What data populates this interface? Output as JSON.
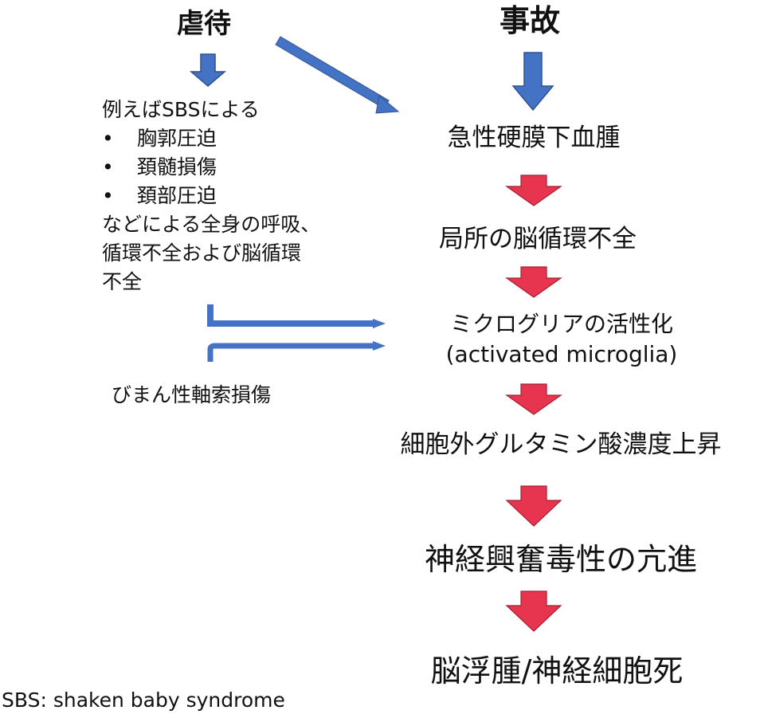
{
  "headings": {
    "abuse": "虐待",
    "accident": "事故"
  },
  "left_block": {
    "intro": "例えばSBSによる",
    "bullets": [
      "胸郭圧迫",
      "頚髄損傷",
      "頚部圧迫"
    ],
    "line1": "などによる全身の呼吸、",
    "line2": "循環不全および脳循環",
    "line3": "不全"
  },
  "dai_label": "びまん性軸索損傷",
  "steps": {
    "s1": "急性硬膜下血腫",
    "s2": "局所の脳循環不全",
    "s3_line1": "ミクログリアの活性化",
    "s3_line2": "(activated microglia)",
    "s4": "細胞外グルタミン酸濃度上昇",
    "s5": "神経興奮毒性の亢進",
    "s6": "脳浮腫/神経細胞死"
  },
  "footnote": "SBS: shaken baby syndrome",
  "colors": {
    "blue_arrow": "#4472C4",
    "blue_arrow_stroke": "#2F528F",
    "red_arrow": "#E8354F",
    "red_arrow_stroke": "#A02030"
  }
}
